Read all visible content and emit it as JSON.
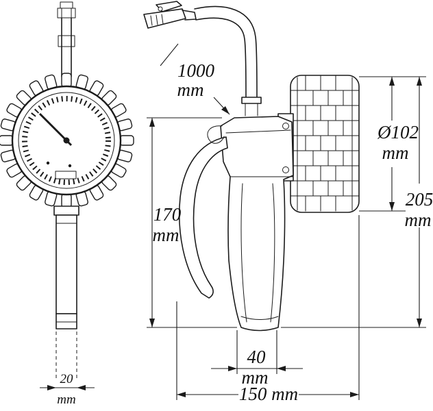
{
  "drawing": {
    "dimensions": {
      "hose_length": {
        "value": "1000",
        "unit": "mm"
      },
      "probe_width": {
        "value": "20",
        "unit": "mm"
      },
      "body_height": {
        "value": "170",
        "unit": "mm"
      },
      "gauge_diameter": {
        "value": "Ø102",
        "unit": "mm"
      },
      "overall_height": {
        "value": "205",
        "unit": "mm"
      },
      "grip_width": {
        "value": "40",
        "unit": "mm"
      },
      "overall_width": {
        "label": "150 mm"
      }
    },
    "colors": {
      "line": "#1b1b1b",
      "background": "#ffffff"
    }
  }
}
